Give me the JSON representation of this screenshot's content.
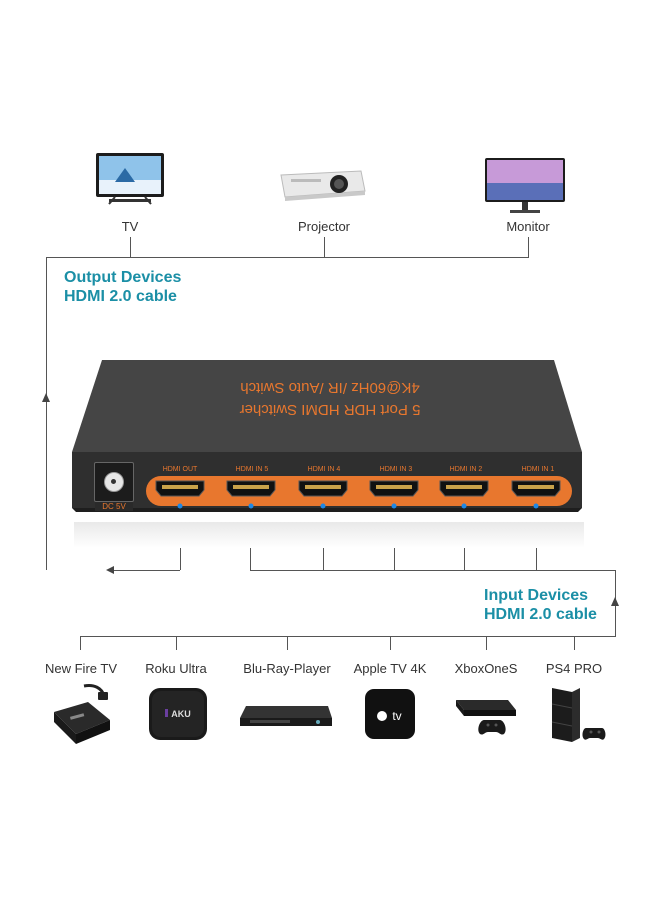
{
  "output_group": {
    "title": "Output Devices",
    "subtitle": "HDMI 2.0 cable",
    "devices": [
      {
        "label": "TV",
        "icon": "tv-icon"
      },
      {
        "label": "Projector",
        "icon": "projector-icon"
      },
      {
        "label": "Monitor",
        "icon": "monitor-icon"
      }
    ]
  },
  "input_group": {
    "title": "Input Devices",
    "subtitle": "HDMI 2.0 cable",
    "devices": [
      {
        "label": "New Fire TV",
        "icon": "fire-tv-stick-icon"
      },
      {
        "label": "Roku Ultra",
        "icon": "roku-box-icon",
        "brand_text": "AKU"
      },
      {
        "label": "Blu-Ray-Player",
        "icon": "bluray-player-icon"
      },
      {
        "label": "Apple TV 4K",
        "icon": "apple-tv-icon",
        "brand_text": "tv"
      },
      {
        "label": "XboxOneS",
        "icon": "xbox-console-icon"
      },
      {
        "label": "PS4 PRO",
        "icon": "ps4-console-icon"
      }
    ]
  },
  "switcher": {
    "top_line1": "5 Port HDR HDMI Switcher",
    "top_line2": "4K@60Hz /IR /Auto Switch",
    "power_label": "DC 5V",
    "ports": [
      "HDMI OUT",
      "HDMI IN 5",
      "HDMI IN 4",
      "HDMI IN 3",
      "HDMI IN 2",
      "HDMI IN 1"
    ],
    "colors": {
      "body": "#3a3a3a",
      "accent": "#e8772e",
      "led": "#1e88e5"
    }
  }
}
